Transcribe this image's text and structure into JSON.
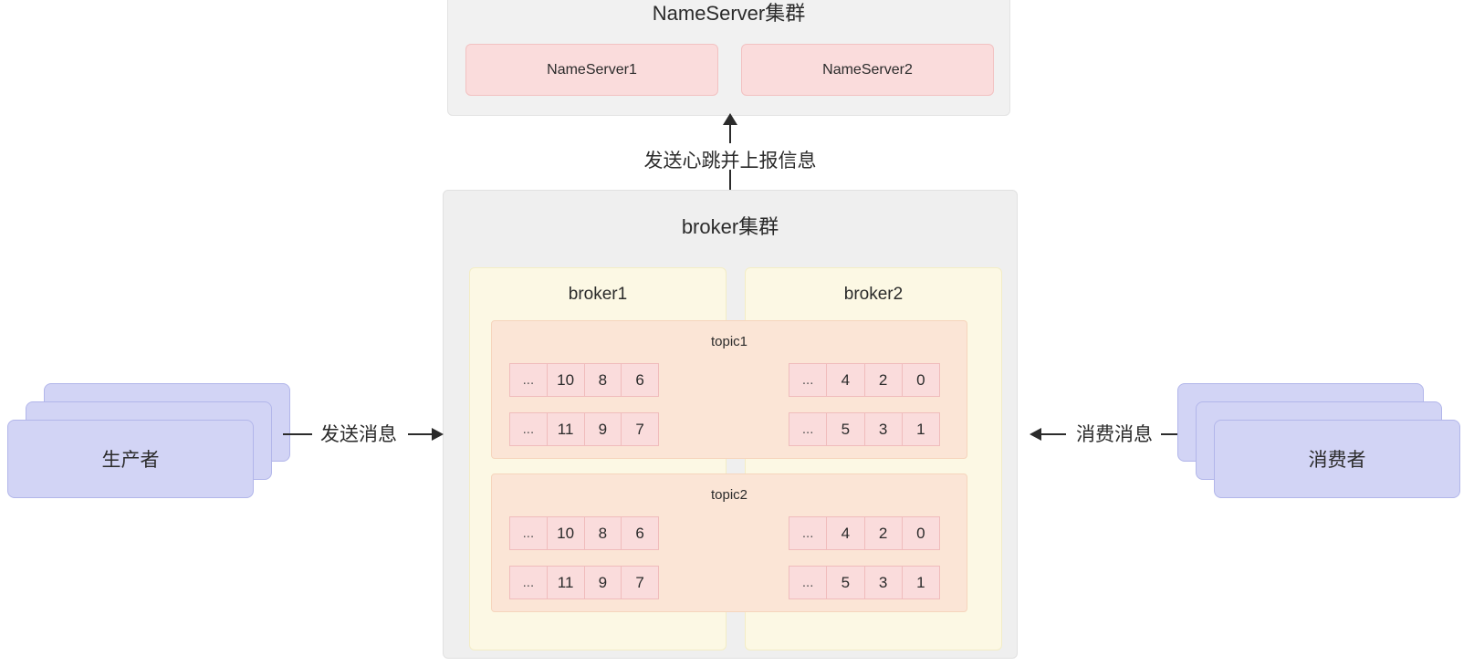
{
  "nameserver_cluster": {
    "title": "NameServer集群",
    "nodes": [
      {
        "label": "NameServer1"
      },
      {
        "label": "NameServer2"
      }
    ]
  },
  "heartbeat": {
    "label": "发送心跳并上报信息",
    "direction": "up"
  },
  "broker_cluster": {
    "title": "broker集群",
    "brokers": [
      {
        "label": "broker1"
      },
      {
        "label": "broker2"
      }
    ],
    "topics": [
      {
        "label": "topic1",
        "left_queues": [
          {
            "cells": [
              "...",
              "10",
              "8",
              "6"
            ]
          },
          {
            "cells": [
              "...",
              "11",
              "9",
              "7"
            ]
          }
        ],
        "right_queues": [
          {
            "cells": [
              "...",
              "4",
              "2",
              "0"
            ]
          },
          {
            "cells": [
              "...",
              "5",
              "3",
              "1"
            ]
          }
        ]
      },
      {
        "label": "topic2",
        "left_queues": [
          {
            "cells": [
              "...",
              "10",
              "8",
              "6"
            ]
          },
          {
            "cells": [
              "...",
              "11",
              "9",
              "7"
            ]
          }
        ],
        "right_queues": [
          {
            "cells": [
              "...",
              "4",
              "2",
              "0"
            ]
          },
          {
            "cells": [
              "...",
              "5",
              "3",
              "1"
            ]
          }
        ]
      }
    ]
  },
  "producer": {
    "label": "生产者",
    "arrow_label": "发送消息"
  },
  "consumer": {
    "label": "消费者",
    "arrow_label": "消费消息"
  },
  "colors": {
    "cluster_bg": "#efefef",
    "nameserver_fill": "#fadcdc",
    "nameserver_border": "#f2c2c2",
    "broker_fill": "#fcf8e4",
    "broker_border": "#f3edc6",
    "topic_fill": "#fbe5d6",
    "topic_border": "#f6d5bd",
    "queue_fill": "#fadcdc",
    "queue_border": "#f0bcbc",
    "endpoint_fill": "#d2d4f5",
    "endpoint_border": "#b2b6ea",
    "arrow": "#2b2b2b",
    "text": "#2b2b2b"
  }
}
